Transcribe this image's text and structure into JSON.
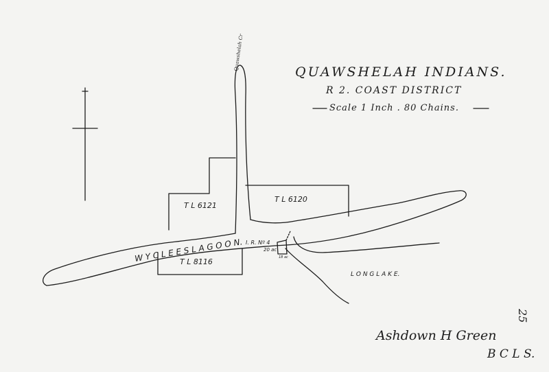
{
  "map": {
    "title": "QUAWSHELAH INDIANS.",
    "district": "R 2. COAST DISTRICT",
    "scale": "Scale 1 Inch . 80 Chains.",
    "creek_label": "Quawshelah Cr",
    "lagoon_label": "W Y C L E E S   L A G O O N.",
    "lake_label": "L O N G   L A K E.",
    "lots": {
      "tl_6121": "T L 6121",
      "tl_6120": "T L 6120",
      "tl_8116": "T L 8116"
    },
    "reserve_label": "I. R. Nº 4",
    "reserve_dim_1": "20 ac",
    "reserve_dim_2": "18 ac",
    "page_number": "25",
    "signature_1": "Ashdown H Green",
    "signature_2": "B C L S."
  }
}
